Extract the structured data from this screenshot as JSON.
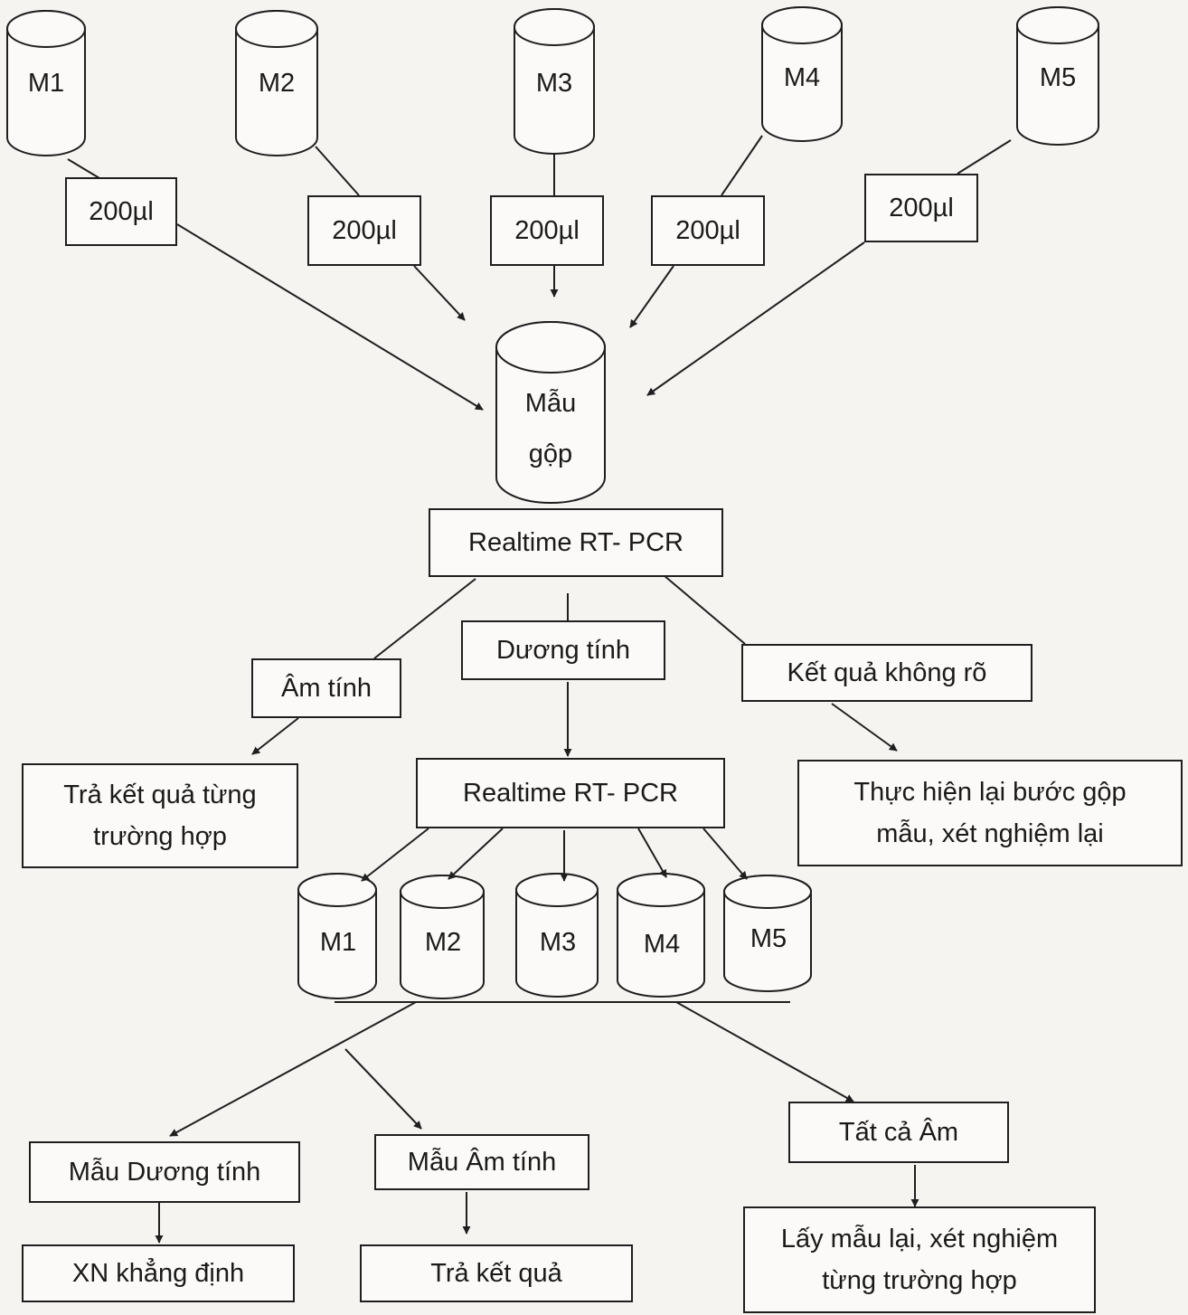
{
  "colors": {
    "line": "#1f1f1f",
    "paper": "#f6f4f1",
    "box": "#fbfaf8"
  },
  "top_samples": [
    "M1",
    "M2",
    "M3",
    "M4",
    "M5"
  ],
  "volume_label": "200µl",
  "pooled_sample": "Mẫu\ngộp",
  "pcr_step": "Realtime RT- PCR",
  "results": {
    "negative": "Âm tính",
    "positive": "Dương tính",
    "unclear": "Kết quả không rõ"
  },
  "negative_action": "Trả kết quả từng\ntrường hợp",
  "unclear_action": "Thực hiện lại bước gộp\nmẫu, xét nghiệm lại",
  "pcr_step_2": "Realtime RT- PCR",
  "individual_samples": [
    "M1",
    "M2",
    "M3",
    "M4",
    "M5"
  ],
  "outcomes": {
    "positive_sample": "Mẫu Dương tính",
    "negative_sample": "Mẫu Âm tính",
    "all_negative": "Tất cả Âm"
  },
  "final_actions": {
    "confirm": "XN khẳng định",
    "return": "Trả kết quả",
    "resample": "Lấy mẫu lại, xét nghiệm\ntừng trường hợp"
  }
}
